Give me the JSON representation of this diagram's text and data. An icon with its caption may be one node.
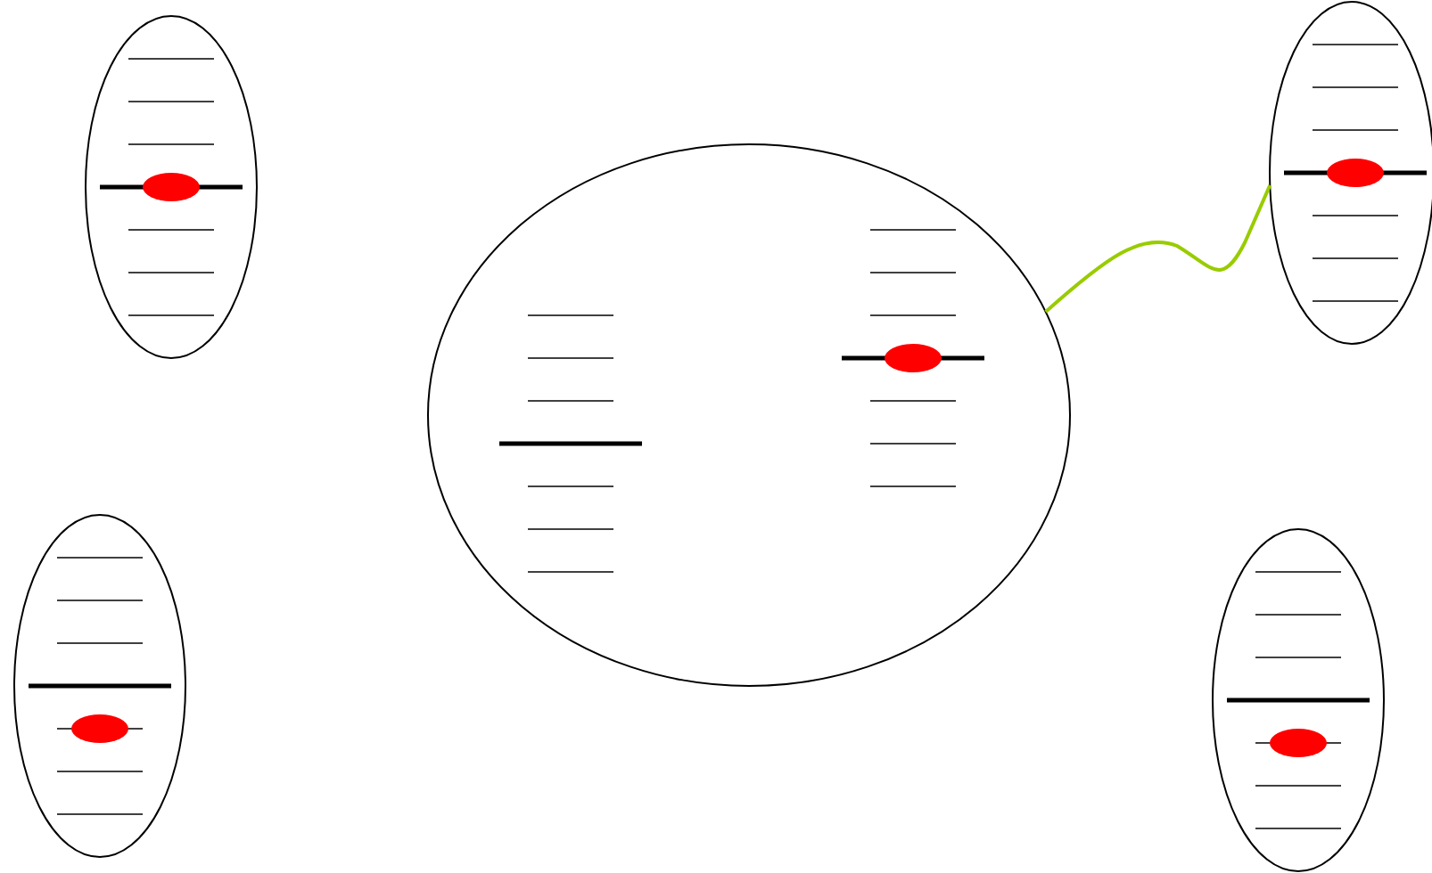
{
  "diagram": {
    "nodes": [
      {
        "text": [],
        "shape": "ellipse"
      },
      {
        "text": [],
        "shape": "ellipse"
      },
      {
        "text": [],
        "shape": "ellipse"
      },
      {
        "text": [],
        "shape": "ellipse"
      },
      {
        "text": [],
        "shape": "ellipse"
      }
    ],
    "edges": [
      {
        "from": 2,
        "to": 1,
        "arrow": "none",
        "color": "#99cc00"
      }
    ]
  }
}
